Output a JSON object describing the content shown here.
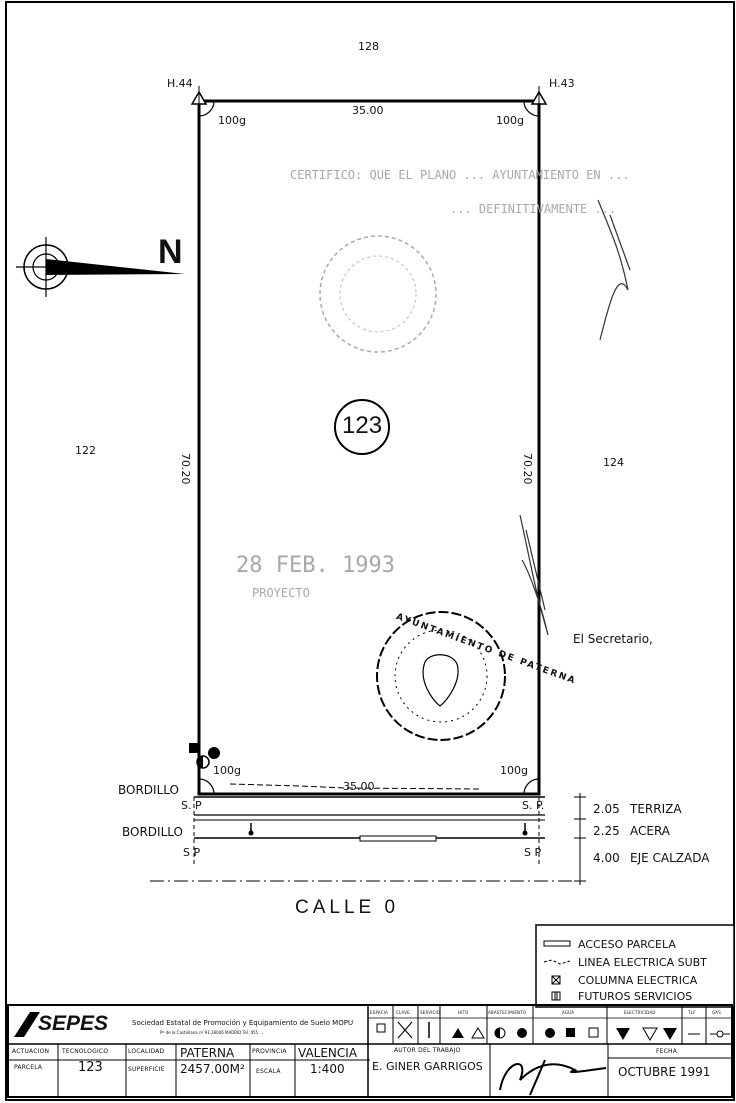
{
  "plan": {
    "neighbor_top": "128",
    "neighbor_left": "122",
    "neighbor_right": "124",
    "corner_top_left": "H.44",
    "corner_top_right": "H.43",
    "top_length": "35.00",
    "bottom_length": "35.00",
    "left_length": "70.20",
    "right_length": "70.20",
    "angle": "100g",
    "parcel_number": "123",
    "north_label": "N",
    "street_name": "CALLE  0",
    "bordillo_1": "BORDILLO",
    "bordillo_2": "BORDILLO",
    "sp_top_left": "S. P",
    "sp_top_right": "S. P.",
    "sp_mid_left": "S P",
    "sp_mid_right": "S P",
    "offsets": [
      {
        "value": "2.05",
        "label": "TERRIZA"
      },
      {
        "value": "2.25",
        "label": "ACERA"
      },
      {
        "value": "4.00",
        "label": "EJE CALZADA"
      }
    ]
  },
  "stamps": {
    "certifico_line1": "CERTIFICO: QUE EL PLANO ... AYUNTAMIENTO EN ...",
    "certifico_line2": "... DEFINITIVAMENTE ...",
    "date": "28 FEB. 1993",
    "proyecto": "PROYECTO",
    "secretario": "El Secretario,",
    "seal_text": "AYUNTAMIENTO DE PATERNA"
  },
  "legend": {
    "items": [
      {
        "label": "ACCESO PARCELA"
      },
      {
        "label": "LINEA ELECTRICA SUBT"
      },
      {
        "label": "COLUMNA ELECTRICA"
      },
      {
        "label": "FUTUROS SERVICIOS"
      }
    ]
  },
  "titleblock": {
    "logo_text": "SEPES",
    "company": "Sociedad Estatal de Promoción y Equipamiento de Suelo  MOPU",
    "address": "Pº de la Castellana nº 91  28046 MADRID  Tel. 455 ...",
    "actuacion_label": "ACTUACION",
    "parcela_label": "PARCELA",
    "tecnologico_label": "TECNOLOGICO",
    "parcela_value": "123",
    "localidad_label": "LOCALIDAD",
    "superficie_label": "SUPERFICIE",
    "localidad_value": "PATERNA",
    "superficie_value": "2457.00M²",
    "provincia_label": "PROVINCIA",
    "escala_label": "ESCALA",
    "provincia_value": "VALENCIA",
    "escala_value": "1:400",
    "autor_label": "AUTOR DEL TRABAJO",
    "autor_value": "E. GINER GARRIGOS",
    "fecha_label": "FECHA",
    "fecha_value": "OCTUBRE 1991",
    "col_headers": [
      "ESPACIA",
      "CLAVE",
      "SERVICIO",
      "HITO",
      "ABASTECIMIENTO",
      "AGUA",
      "ELECTRICIDAD",
      "TLF",
      "GAS"
    ]
  }
}
